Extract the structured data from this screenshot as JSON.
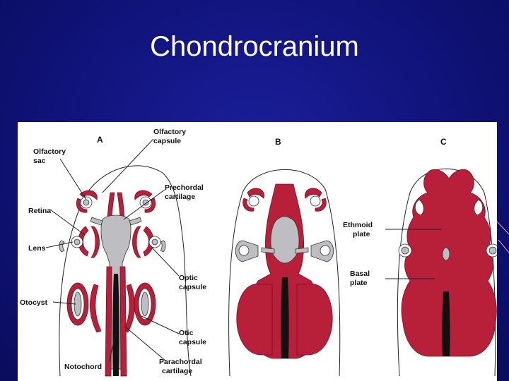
{
  "slide": {
    "title": "Chondrocranium"
  },
  "figure": {
    "panels": [
      {
        "letter": "A"
      },
      {
        "letter": "B"
      },
      {
        "letter": "C"
      }
    ],
    "labels": {
      "olfactory_capsule_1": "Olfactory",
      "olfactory_capsule_2": "capsule",
      "olfactory_sac_1": "Olfactory",
      "olfactory_sac_2": "sac",
      "prechordal_1": "Prechordal",
      "prechordal_2": "cartilage",
      "retina": "Retina",
      "lens": "Lens",
      "optic_capsule_1": "Optic",
      "optic_capsule_2": "capsule",
      "otocyst": "Otocyst",
      "otic_capsule_1": "Otic",
      "otic_capsule_2": "capsule",
      "notochord": "Notochord",
      "parachordal_1": "Parachordal",
      "parachordal_2": "cartilage",
      "ethmoid_1": "Ethmoid",
      "ethmoid_2": "plate",
      "basal_1": "Basal",
      "basal_2": "plate"
    },
    "colors": {
      "cartilage": "#b8203a",
      "cartilage_dark": "#8e1128",
      "neural_tissue": "#b9b9bd",
      "outline": "#222222"
    }
  }
}
